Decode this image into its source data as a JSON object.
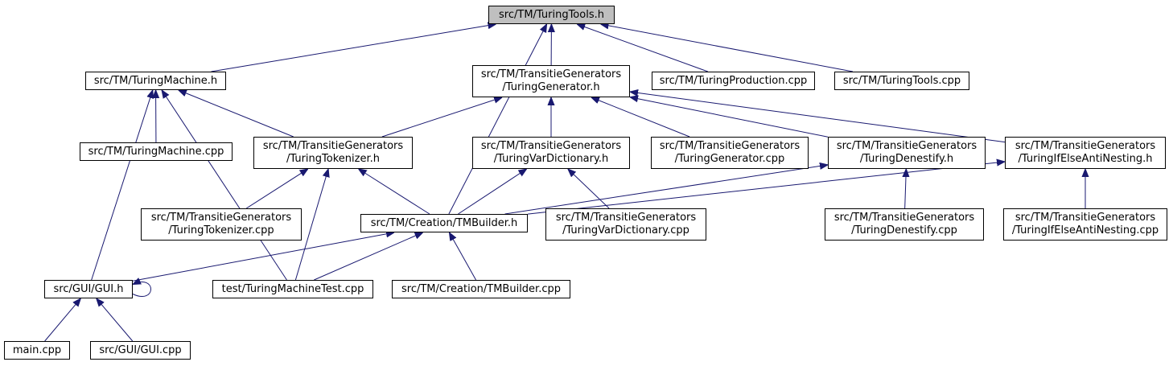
{
  "colors": {
    "edge": "#191970",
    "node_border": "#000000",
    "node_fill": "#ffffff",
    "root_fill": "#bfbfbf"
  },
  "nodes": {
    "turing_tools_h": {
      "lines": [
        "src/TM/TuringTools.h"
      ]
    },
    "turing_machine_h": {
      "lines": [
        "src/TM/TuringMachine.h"
      ]
    },
    "turing_generator_h": {
      "lines": [
        "src/TM/TransitieGenerators",
        "/TuringGenerator.h"
      ]
    },
    "turing_production_cpp": {
      "lines": [
        "src/TM/TuringProduction.cpp"
      ]
    },
    "turing_tools_cpp": {
      "lines": [
        "src/TM/TuringTools.cpp"
      ]
    },
    "turing_machine_cpp": {
      "lines": [
        "src/TM/TuringMachine.cpp"
      ]
    },
    "turing_tokenizer_h": {
      "lines": [
        "src/TM/TransitieGenerators",
        "/TuringTokenizer.h"
      ]
    },
    "turing_var_dictionary_h": {
      "lines": [
        "src/TM/TransitieGenerators",
        "/TuringVarDictionary.h"
      ]
    },
    "turing_generator_cpp": {
      "lines": [
        "src/TM/TransitieGenerators",
        "/TuringGenerator.cpp"
      ]
    },
    "turing_denestify_h": {
      "lines": [
        "src/TM/TransitieGenerators",
        "/TuringDenestify.h"
      ]
    },
    "turing_if_else_anti_nesting_h": {
      "lines": [
        "src/TM/TransitieGenerators",
        "/TuringIfElseAntiNesting.h"
      ]
    },
    "turing_tokenizer_cpp": {
      "lines": [
        "src/TM/TransitieGenerators",
        "/TuringTokenizer.cpp"
      ]
    },
    "tm_builder_h": {
      "lines": [
        "src/TM/Creation/TMBuilder.h"
      ]
    },
    "turing_var_dictionary_cpp": {
      "lines": [
        "src/TM/TransitieGenerators",
        "/TuringVarDictionary.cpp"
      ]
    },
    "turing_denestify_cpp": {
      "lines": [
        "src/TM/TransitieGenerators",
        "/TuringDenestify.cpp"
      ]
    },
    "turing_if_else_anti_nesting_cpp": {
      "lines": [
        "src/TM/TransitieGenerators",
        "/TuringIfElseAntiNesting.cpp"
      ]
    },
    "gui_h": {
      "lines": [
        "src/GUI/GUI.h"
      ]
    },
    "turing_machine_test_cpp": {
      "lines": [
        "test/TuringMachineTest.cpp"
      ]
    },
    "tm_builder_cpp": {
      "lines": [
        "src/TM/Creation/TMBuilder.cpp"
      ]
    },
    "main_cpp": {
      "lines": [
        "main.cpp"
      ]
    },
    "gui_cpp": {
      "lines": [
        "src/GUI/GUI.cpp"
      ]
    }
  },
  "edges": [
    {
      "from": "turing_machine_h",
      "to": "turing_tools_h"
    },
    {
      "from": "turing_generator_h",
      "to": "turing_tools_h"
    },
    {
      "from": "turing_production_cpp",
      "to": "turing_tools_h"
    },
    {
      "from": "turing_tools_cpp",
      "to": "turing_tools_h"
    },
    {
      "from": "tm_builder_h",
      "to": "turing_tools_h"
    },
    {
      "from": "turing_machine_cpp",
      "to": "turing_machine_h"
    },
    {
      "from": "turing_tokenizer_h",
      "to": "turing_machine_h"
    },
    {
      "from": "gui_h",
      "to": "turing_machine_h"
    },
    {
      "from": "turing_machine_test_cpp",
      "to": "turing_machine_h"
    },
    {
      "from": "turing_tokenizer_h",
      "to": "turing_generator_h"
    },
    {
      "from": "turing_var_dictionary_h",
      "to": "turing_generator_h"
    },
    {
      "from": "turing_generator_cpp",
      "to": "turing_generator_h"
    },
    {
      "from": "turing_denestify_h",
      "to": "turing_generator_h"
    },
    {
      "from": "turing_if_else_anti_nesting_h",
      "to": "turing_generator_h"
    },
    {
      "from": "turing_tokenizer_cpp",
      "to": "turing_tokenizer_h"
    },
    {
      "from": "tm_builder_h",
      "to": "turing_tokenizer_h"
    },
    {
      "from": "turing_machine_test_cpp",
      "to": "turing_tokenizer_h"
    },
    {
      "from": "tm_builder_h",
      "to": "turing_var_dictionary_h"
    },
    {
      "from": "turing_var_dictionary_cpp",
      "to": "turing_var_dictionary_h"
    },
    {
      "from": "tm_builder_h",
      "to": "turing_denestify_h"
    },
    {
      "from": "turing_denestify_cpp",
      "to": "turing_denestify_h"
    },
    {
      "from": "tm_builder_h",
      "to": "turing_if_else_anti_nesting_h"
    },
    {
      "from": "turing_if_else_anti_nesting_cpp",
      "to": "turing_if_else_anti_nesting_h"
    },
    {
      "from": "gui_h",
      "to": "tm_builder_h"
    },
    {
      "from": "turing_machine_test_cpp",
      "to": "tm_builder_h"
    },
    {
      "from": "tm_builder_cpp",
      "to": "tm_builder_h"
    },
    {
      "from": "gui_h",
      "to": "gui_h"
    },
    {
      "from": "main_cpp",
      "to": "gui_h"
    },
    {
      "from": "gui_cpp",
      "to": "gui_h"
    }
  ]
}
